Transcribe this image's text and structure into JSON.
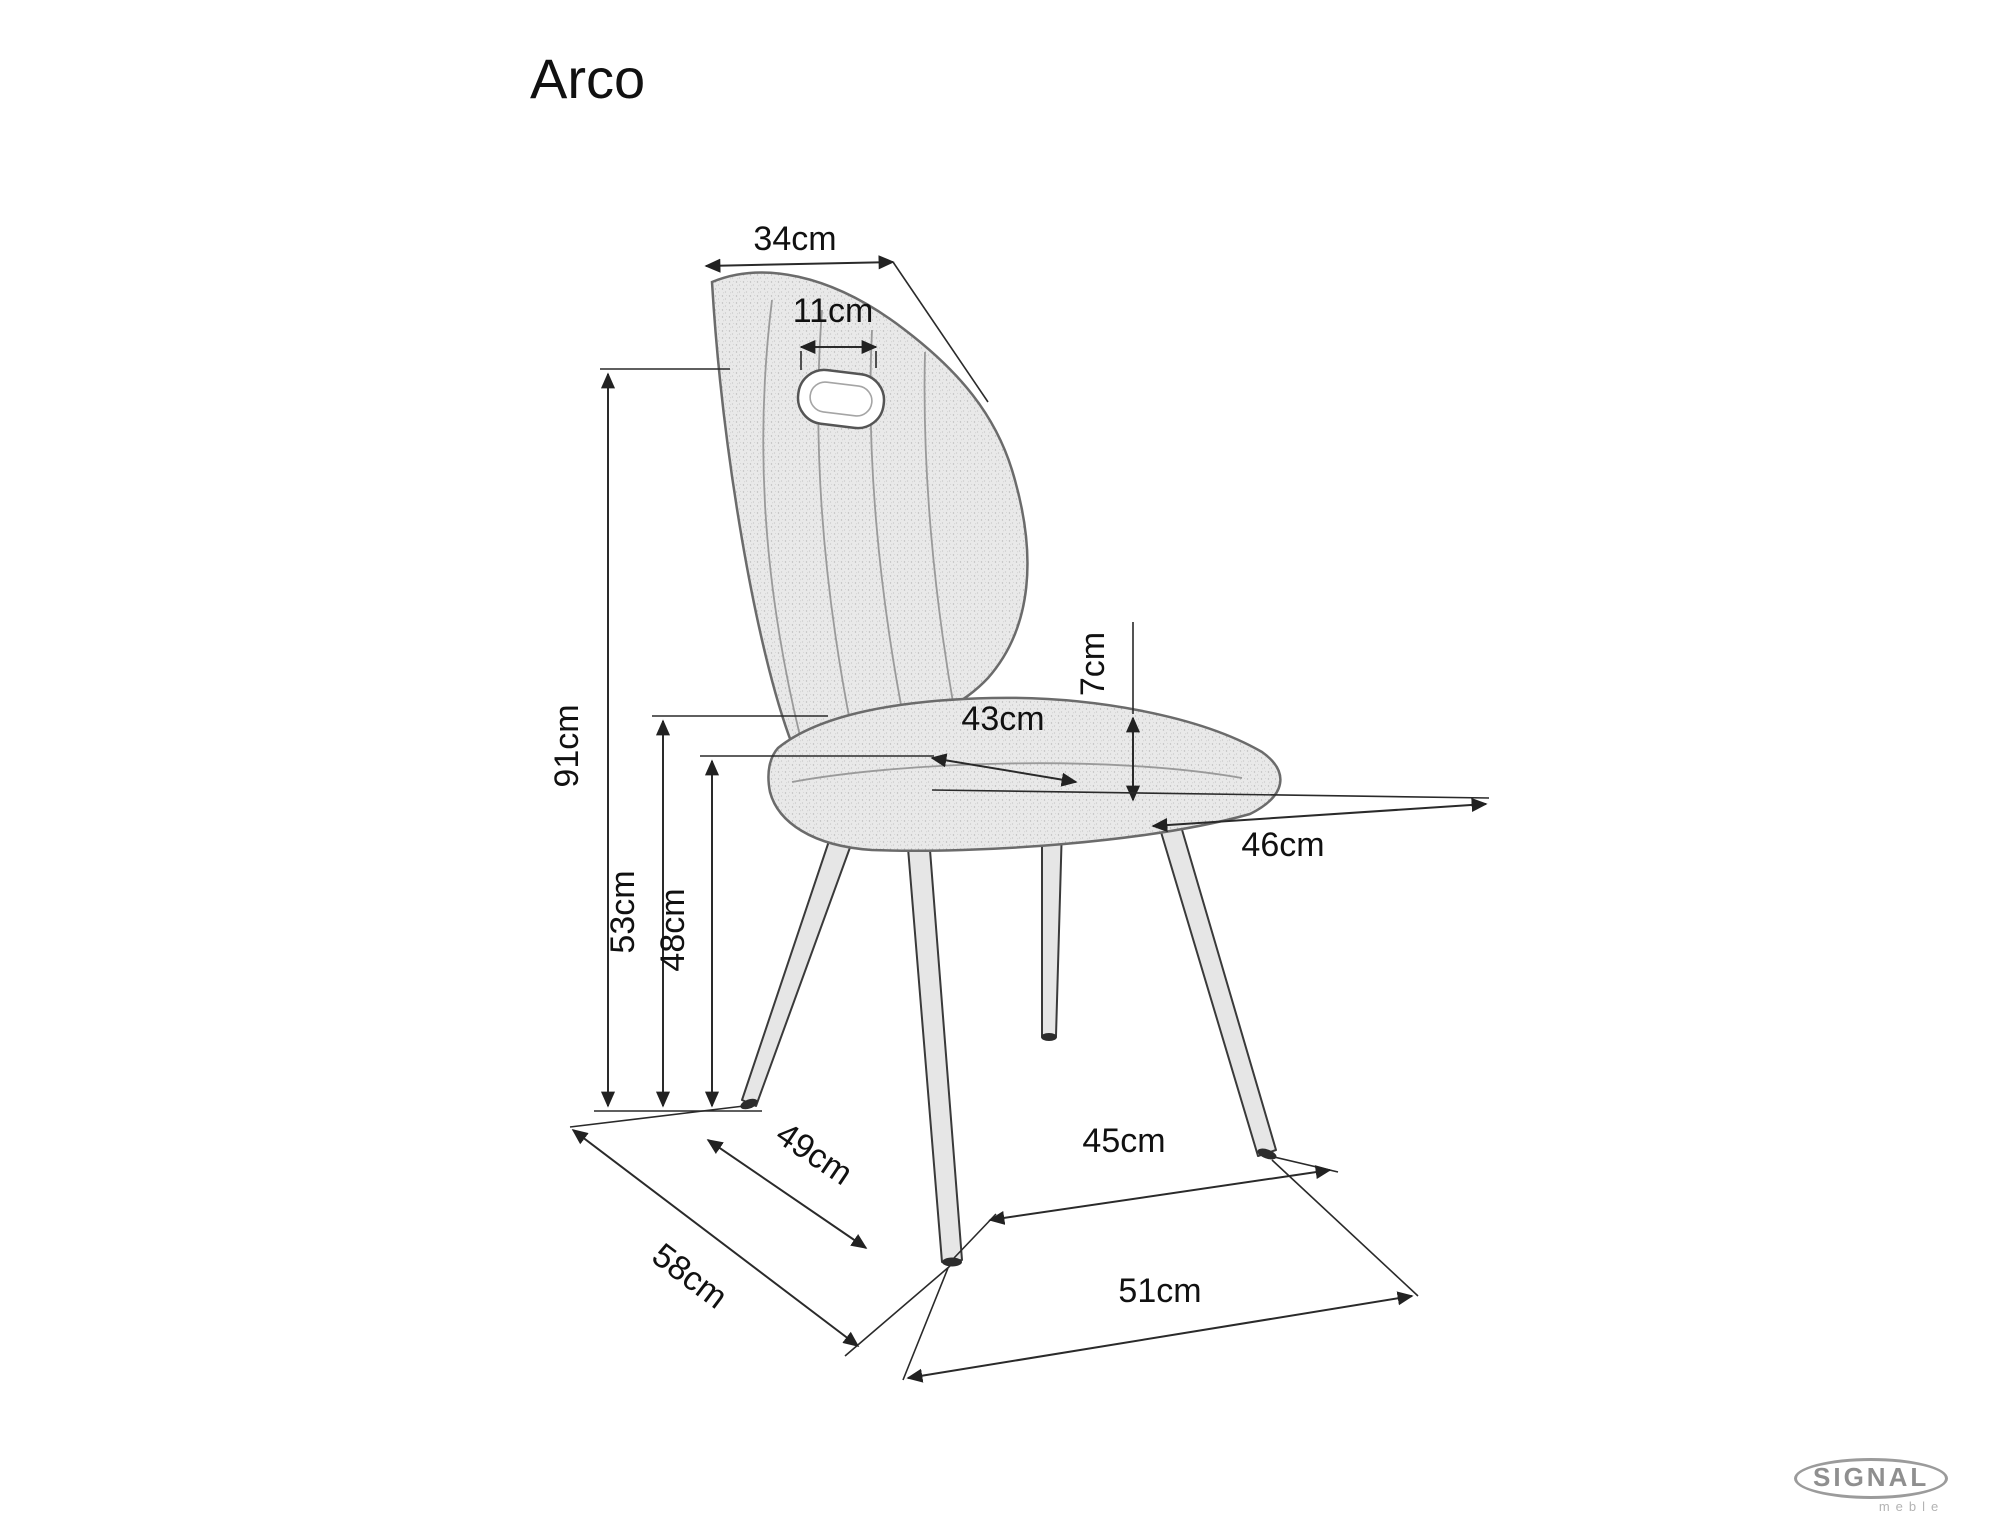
{
  "title": "Arco",
  "brand": {
    "name": "SIGNAL",
    "subname": "meble"
  },
  "diagram": {
    "type": "product-dimension-drawing",
    "product": "Arco chair",
    "dims": {
      "back_top_width": "34cm",
      "handle_width": "11cm",
      "total_height": "91cm",
      "seat_height_back": "53cm",
      "seat_height_front": "48cm",
      "seat_depth": "43cm",
      "cushion_thickness": "7cm",
      "seat_width": "46cm",
      "leg_depth_inner": "49cm",
      "base_depth": "58cm",
      "front_leg_spacing": "45cm",
      "base_width": "51cm"
    }
  }
}
